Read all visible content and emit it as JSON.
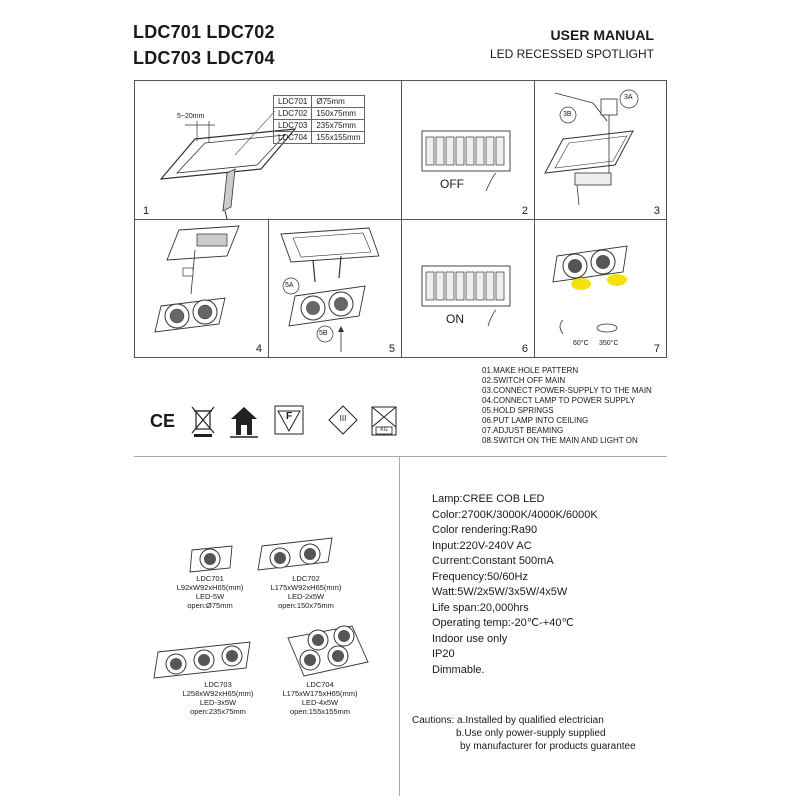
{
  "header": {
    "models_line1": "LDC701 LDC702",
    "models_line2": "LDC703 LDC704",
    "manual_title": "USER MANUAL",
    "manual_subtitle": "LED RECESSED SPOTLIGHT"
  },
  "diagram": {
    "gap_label": "5~20mm",
    "hole_table": [
      {
        "model": "LDC701",
        "size": "Ø75mm"
      },
      {
        "model": "LDC702",
        "size": "150x75mm"
      },
      {
        "model": "LDC703",
        "size": "235x75mm"
      },
      {
        "model": "LDC704",
        "size": "155x155mm"
      }
    ],
    "step_numbers": [
      "1",
      "2",
      "3",
      "4",
      "5",
      "6",
      "7"
    ],
    "off_label": "OFF",
    "on_label": "ON",
    "callout_3a": "3A",
    "callout_3b": "3B",
    "callout_5a": "5A",
    "callout_5b": "5B",
    "tilt_angle": "60°C",
    "rotate_angle": "350°C"
  },
  "steps": [
    "01.MAKE HOLE PATTERN",
    "02.SWITCH OFF MAIN",
    "03.CONNECT POWER-SUPPLY TO THE MAIN",
    "04.CONNECT LAMP TO POWER SUPPLY",
    "05.HOLD SPRINGS",
    "06.PUT LAMP INTO CEILING",
    "07.ADJUST BEAMING",
    "08.SWITCH ON THE MAIN AND LIGHT ON"
  ],
  "certifications": {
    "ce": "CE",
    "f_mark": "F",
    "class_mark": "III",
    "pack_mark": "KG"
  },
  "products": [
    {
      "model": "LDC701",
      "dims": "L92xW92xH65(mm)",
      "power": "LED-5W",
      "open": "open:Ø75mm"
    },
    {
      "model": "LDC702",
      "dims": "L175xW92xH65(mm)",
      "power": "LED-2x5W",
      "open": "open:150x75mm"
    },
    {
      "model": "LDC703",
      "dims": "L258xW92xH65(mm)",
      "power": "LED-3x5W",
      "open": "open:235x75mm"
    },
    {
      "model": "LDC704",
      "dims": "L175xW175xH65(mm)",
      "power": "LED-4x5W",
      "open": "open:155x155mm"
    }
  ],
  "specs": [
    "Lamp:CREE COB LED",
    "Color:2700K/3000K/4000K/6000K",
    "Color rendering:Ra90",
    "Input:220V-240V AC",
    "Current:Constant 500mA",
    "Frequency:50/60Hz",
    "Watt:5W/2x5W/3x5W/4x5W",
    "Life span:20,000hrs",
    "Operating temp:-20℃-+40℃",
    "Indoor use only",
    "IP20",
    "Dimmable."
  ],
  "cautions": [
    "Cautions: a.Installed by qualified electrician",
    "b.Use only power-supply supplied",
    "by manufacturer for products guarantee"
  ],
  "colors": {
    "ink": "#1a1a1a",
    "line": "#555555",
    "beam": "#f2e20a"
  }
}
